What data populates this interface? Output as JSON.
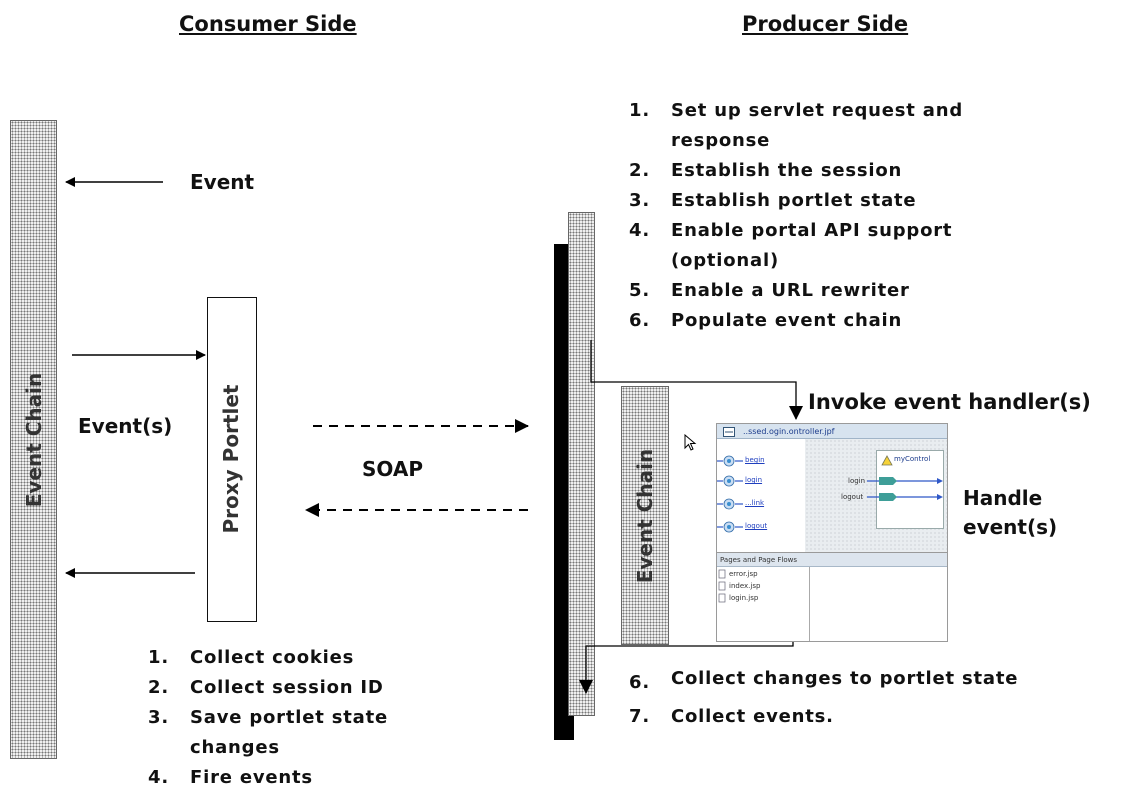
{
  "consumer": {
    "heading": "Consumer Side",
    "event_chain_label": "Event Chain",
    "event_label": "Event",
    "events_label": "Event(s)",
    "proxy_portlet_label": "Proxy Portlet",
    "steps": [
      {
        "num": "1.",
        "text": "Collect cookies"
      },
      {
        "num": "2.",
        "text": "Collect session ID"
      },
      {
        "num": "3.",
        "text": "Save portlet state changes"
      },
      {
        "num": "4.",
        "text": "Fire events"
      }
    ]
  },
  "middle": {
    "soap_label": "SOAP"
  },
  "producer": {
    "heading": "Producer Side",
    "event_chain_label": "Event Chain",
    "invoke_label": "Invoke event handler(s)",
    "handle_label": "Handle event(s)",
    "steps_top": [
      {
        "num": "1.",
        "text": "Set up servlet request and response"
      },
      {
        "num": "2.",
        "text": "Establish the session"
      },
      {
        "num": "3.",
        "text": "Establish portlet state"
      },
      {
        "num": "4.",
        "text": "Enable portal API support (optional)"
      },
      {
        "num": "5.",
        "text": "Enable a URL rewriter"
      },
      {
        "num": "6.",
        "text": "Populate event chain"
      }
    ],
    "steps_bottom": [
      {
        "num": "6.",
        "text": "Collect changes to portlet state"
      },
      {
        "num": "7.",
        "text": "Collect events."
      }
    ]
  },
  "ide": {
    "title": "..ssed.ogin.ontroller.jpf",
    "control_name": "myControl",
    "actions": [
      "begin",
      "login",
      "...link",
      "logout"
    ],
    "ports": [
      "login",
      "logout"
    ],
    "pages_title": "Pages and Page Flows",
    "files": [
      "error.jsp",
      "index.jsp",
      "login.jsp"
    ]
  }
}
